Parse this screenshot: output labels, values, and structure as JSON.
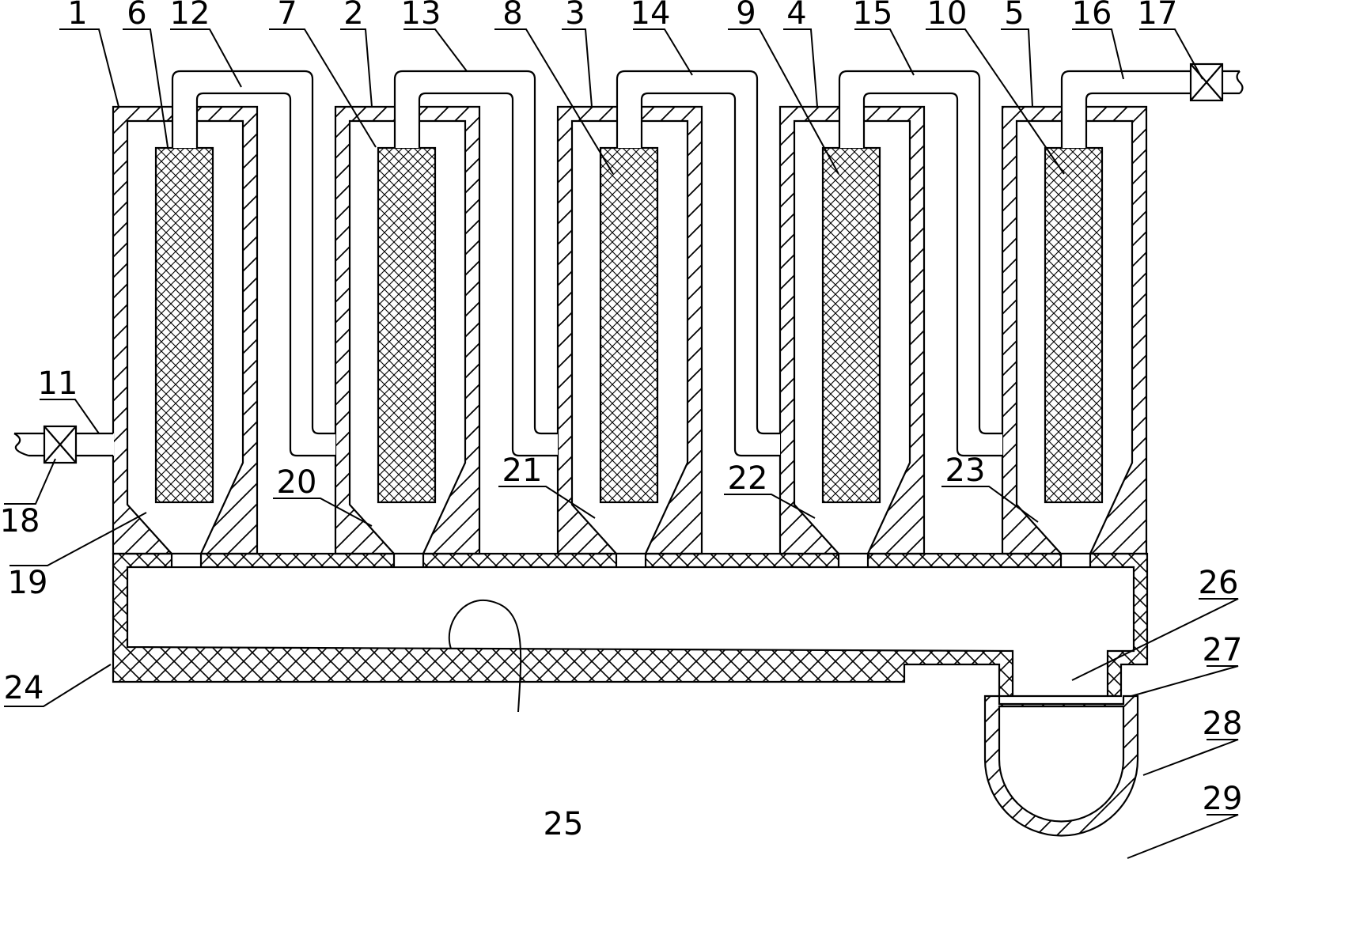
{
  "labels": [
    {
      "id": "1",
      "text": "1"
    },
    {
      "id": "2",
      "text": "2"
    },
    {
      "id": "3",
      "text": "3"
    },
    {
      "id": "4",
      "text": "4"
    },
    {
      "id": "5",
      "text": "5"
    },
    {
      "id": "6",
      "text": "6"
    },
    {
      "id": "7",
      "text": "7"
    },
    {
      "id": "8",
      "text": "8"
    },
    {
      "id": "9",
      "text": "9"
    },
    {
      "id": "10",
      "text": "10"
    },
    {
      "id": "11",
      "text": "11"
    },
    {
      "id": "12",
      "text": "12"
    },
    {
      "id": "13",
      "text": "13"
    },
    {
      "id": "14",
      "text": "14"
    },
    {
      "id": "15",
      "text": "15"
    },
    {
      "id": "16",
      "text": "16"
    },
    {
      "id": "17",
      "text": "17"
    },
    {
      "id": "18",
      "text": "18"
    },
    {
      "id": "19",
      "text": "19"
    },
    {
      "id": "20",
      "text": "20"
    },
    {
      "id": "21",
      "text": "21"
    },
    {
      "id": "22",
      "text": "22"
    },
    {
      "id": "23",
      "text": "23"
    },
    {
      "id": "24",
      "text": "24"
    },
    {
      "id": "25",
      "text": "25"
    },
    {
      "id": "26",
      "text": "26"
    },
    {
      "id": "27",
      "text": "27"
    },
    {
      "id": "28",
      "text": "28"
    },
    {
      "id": "29",
      "text": "29"
    }
  ]
}
